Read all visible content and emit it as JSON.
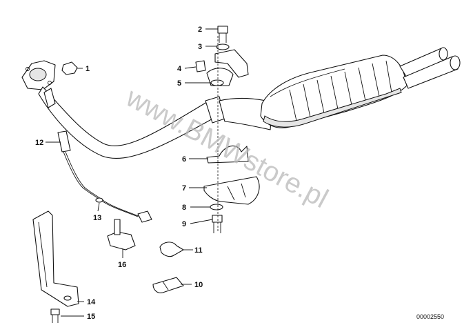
{
  "diagram": {
    "callouts": [
      {
        "id": "1",
        "label": "1"
      },
      {
        "id": "2",
        "label": "2"
      },
      {
        "id": "3",
        "label": "3"
      },
      {
        "id": "4",
        "label": "4"
      },
      {
        "id": "5",
        "label": "5"
      },
      {
        "id": "6",
        "label": "6"
      },
      {
        "id": "7",
        "label": "7"
      },
      {
        "id": "8",
        "label": "8"
      },
      {
        "id": "9",
        "label": "9"
      },
      {
        "id": "10",
        "label": "10"
      },
      {
        "id": "11",
        "label": "11"
      },
      {
        "id": "12",
        "label": "12"
      },
      {
        "id": "13",
        "label": "13"
      },
      {
        "id": "14",
        "label": "14"
      },
      {
        "id": "15",
        "label": "15"
      },
      {
        "id": "16",
        "label": "16"
      }
    ],
    "reference_number": "00002550",
    "watermark": "www.BMWstore.pl"
  }
}
